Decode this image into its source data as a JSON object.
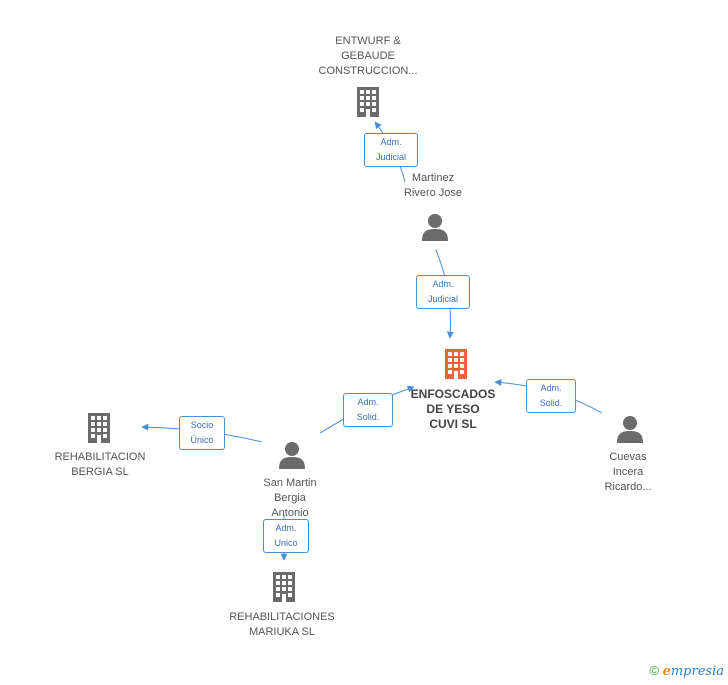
{
  "nodes": {
    "entwurf": {
      "label": "ENTWURF &\nGEBAUDE\nCONSTRUCCION...",
      "type": "company"
    },
    "martinez": {
      "label": "Martinez\nRivero Jose",
      "type": "person"
    },
    "enfoscados": {
      "label": "ENFOSCADOS\nDE YESO\nCUVI SL",
      "type": "company-main"
    },
    "cuevas": {
      "label": "Cuevas\nIncera\nRicardo...",
      "type": "person"
    },
    "sanmartin": {
      "label": "San Martin\nBergia\nAntonio",
      "type": "person"
    },
    "bergia": {
      "label": "REHABILITACION\nBERGIA SL",
      "type": "company"
    },
    "mariuka": {
      "label": "REHABILITACIONES\nMARIUKA SL",
      "type": "company"
    }
  },
  "edges": {
    "e1": {
      "label": "Adm.\nJudicial"
    },
    "e2": {
      "label": "Adm.\nJudicial"
    },
    "e3": {
      "label": "Adm.\nSolid."
    },
    "e4": {
      "label": "Adm.\nSolid."
    },
    "e5": {
      "label": "Socio\nÚnico"
    },
    "e6": {
      "label": "Adm.\nUnico"
    }
  },
  "colors": {
    "edge": "#4a8fd6",
    "icon": "#6b6b6b",
    "main_icon": "#f0623a"
  },
  "footer": {
    "copyright": "©",
    "brand_initial": "e",
    "brand_rest": "mpresia"
  }
}
